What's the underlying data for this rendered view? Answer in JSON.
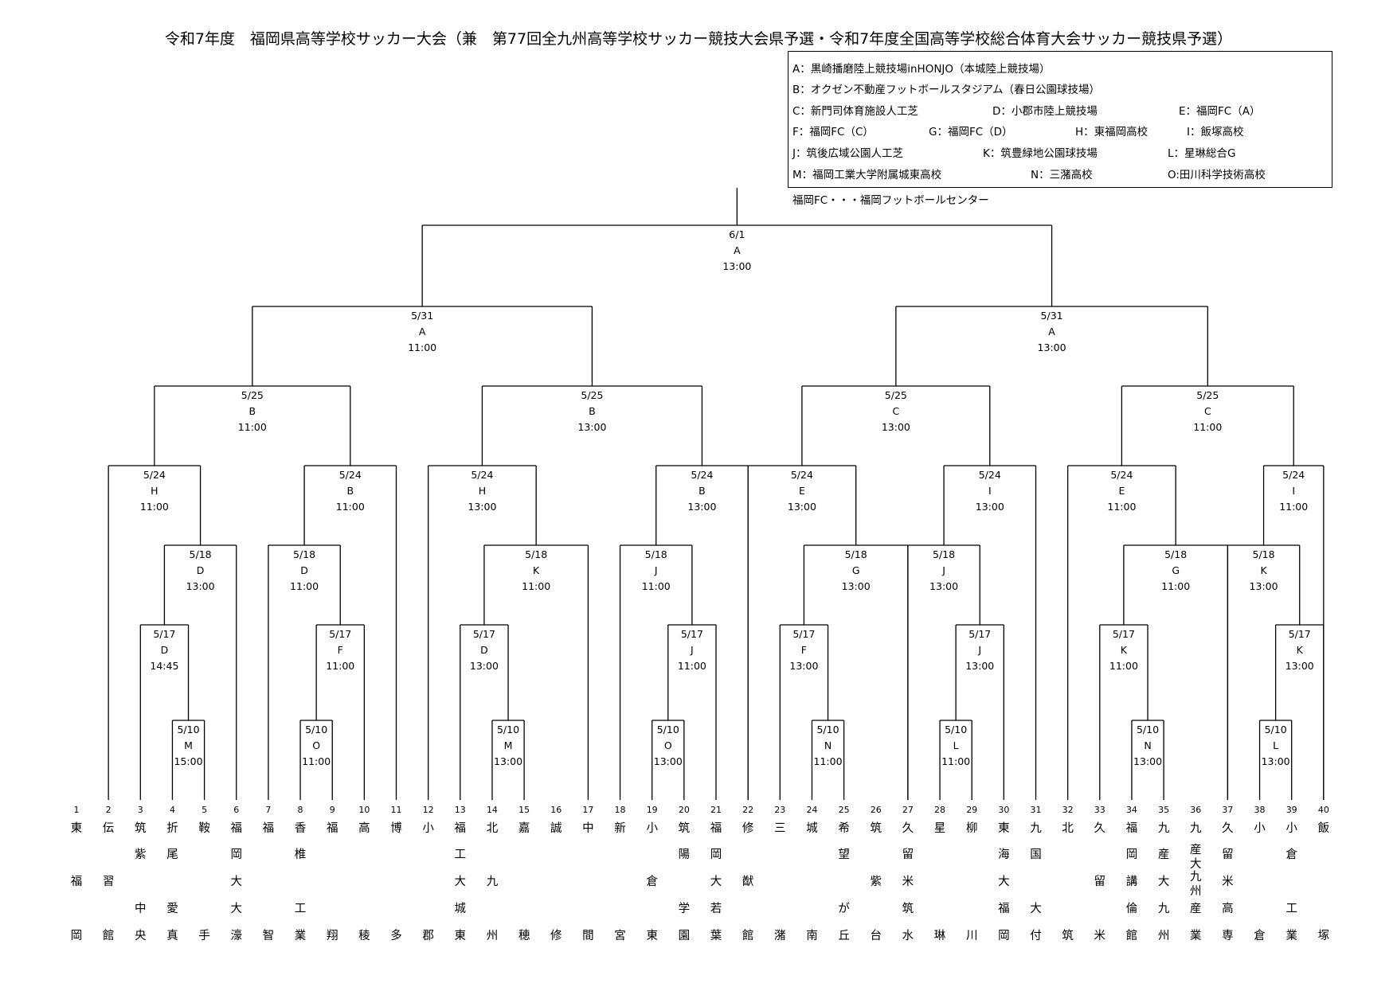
{
  "title": "令和7年度　福岡県高等学校サッカー大会（兼　第77回全九州高等学校サッカー競技大会県予選・令和7年度全国高等学校総合体育大会サッカー競技県予選）",
  "legend": {
    "lines": [
      [
        "A：黒崎播磨陸上競技場inHONJO（本城陸上競技場）"
      ],
      [
        "B：オクゼン不動産フットボールスタジアム（春日公園球技場）"
      ],
      [
        "C：新門司体育施設人工芝",
        "D：小郡市陸上競技場",
        "E：福岡FC（A）"
      ],
      [
        "F：福岡FC（C）",
        "G：福岡FC（D）",
        "H：東福岡高校",
        "I：飯塚高校"
      ],
      [
        "J：筑後広域公園人工芝",
        "K：筑豊緑地公園球技場",
        "L：星琳総合G"
      ],
      [
        "M：福岡工業大学附属城東高校",
        "N：三潴高校",
        "O:田川科学技術高校"
      ]
    ],
    "note": "福岡FC・・・福岡フットボールセンター"
  },
  "matches": [
    {
      "id": "f",
      "date": "6/1",
      "venue": "A",
      "time": "13:00"
    },
    {
      "id": "s1",
      "date": "5/31",
      "venue": "A",
      "time": "11:00"
    },
    {
      "id": "s2",
      "date": "5/31",
      "venue": "A",
      "time": "13:00"
    },
    {
      "id": "q1",
      "date": "5/25",
      "venue": "B",
      "time": "11:00"
    },
    {
      "id": "q2",
      "date": "5/25",
      "venue": "B",
      "time": "13:00"
    },
    {
      "id": "q3",
      "date": "5/25",
      "venue": "C",
      "time": "13:00"
    },
    {
      "id": "q4",
      "date": "5/25",
      "venue": "C",
      "time": "11:00"
    },
    {
      "id": "r1",
      "date": "5/24",
      "venue": "H",
      "time": "11:00"
    },
    {
      "id": "r2",
      "date": "5/24",
      "venue": "B",
      "time": "11:00"
    },
    {
      "id": "r3",
      "date": "5/24",
      "venue": "H",
      "time": "13:00"
    },
    {
      "id": "r4",
      "date": "5/24",
      "venue": "B",
      "time": "13:00"
    },
    {
      "id": "r5",
      "date": "5/24",
      "venue": "E",
      "time": "13:00"
    },
    {
      "id": "r6",
      "date": "5/24",
      "venue": "I",
      "time": "13:00"
    },
    {
      "id": "r7",
      "date": "5/24",
      "venue": "E",
      "time": "11:00"
    },
    {
      "id": "r8",
      "date": "5/24",
      "venue": "I",
      "time": "11:00"
    },
    {
      "id": "t1",
      "date": "5/18",
      "venue": "D",
      "time": "13:00"
    },
    {
      "id": "t2",
      "date": "5/18",
      "venue": "D",
      "time": "11:00"
    },
    {
      "id": "t3",
      "date": "5/18",
      "venue": "K",
      "time": "11:00"
    },
    {
      "id": "t4",
      "date": "5/18",
      "venue": "J",
      "time": "11:00"
    },
    {
      "id": "t5",
      "date": "5/18",
      "venue": "G",
      "time": "13:00"
    },
    {
      "id": "t6",
      "date": "5/18",
      "venue": "J",
      "time": "13:00"
    },
    {
      "id": "t7",
      "date": "5/18",
      "venue": "G",
      "time": "11:00"
    },
    {
      "id": "t8",
      "date": "5/18",
      "venue": "K",
      "time": "13:00"
    },
    {
      "id": "u1",
      "date": "5/17",
      "venue": "D",
      "time": "14:45"
    },
    {
      "id": "u2",
      "date": "5/17",
      "venue": "F",
      "time": "11:00"
    },
    {
      "id": "u3",
      "date": "5/17",
      "venue": "D",
      "time": "13:00"
    },
    {
      "id": "u4",
      "date": "5/17",
      "venue": "J",
      "time": "11:00"
    },
    {
      "id": "u5",
      "date": "5/17",
      "venue": "F",
      "time": "13:00"
    },
    {
      "id": "u6",
      "date": "5/17",
      "venue": "J",
      "time": "13:00"
    },
    {
      "id": "u7",
      "date": "5/17",
      "venue": "K",
      "time": "11:00"
    },
    {
      "id": "u8",
      "date": "5/17",
      "venue": "K",
      "time": "13:00"
    },
    {
      "id": "v1",
      "date": "5/10",
      "venue": "M",
      "time": "15:00"
    },
    {
      "id": "v2",
      "date": "5/10",
      "venue": "O",
      "time": "11:00"
    },
    {
      "id": "v3",
      "date": "5/10",
      "venue": "M",
      "time": "13:00"
    },
    {
      "id": "v4",
      "date": "5/10",
      "venue": "O",
      "time": "13:00"
    },
    {
      "id": "v5",
      "date": "5/10",
      "venue": "N",
      "time": "11:00"
    },
    {
      "id": "v6",
      "date": "5/10",
      "venue": "L",
      "time": "11:00"
    },
    {
      "id": "v7",
      "date": "5/10",
      "venue": "N",
      "time": "13:00"
    },
    {
      "id": "v8",
      "date": "5/10",
      "venue": "L",
      "time": "13:00"
    }
  ],
  "teams": [
    {
      "no": "1",
      "rows": [
        "東",
        "",
        "福",
        "",
        "岡"
      ]
    },
    {
      "no": "2",
      "rows": [
        "伝",
        "",
        "習",
        "",
        "館"
      ]
    },
    {
      "no": "3",
      "rows": [
        "筑",
        "紫",
        "",
        "中",
        "央"
      ]
    },
    {
      "no": "4",
      "rows": [
        "折",
        "尾",
        "",
        "愛",
        "真"
      ]
    },
    {
      "no": "5",
      "rows": [
        "鞍",
        "",
        "",
        "",
        "手"
      ]
    },
    {
      "no": "6",
      "rows": [
        "福",
        "岡",
        "大",
        "大",
        "濠"
      ]
    },
    {
      "no": "7",
      "rows": [
        "福",
        "",
        "",
        "",
        "智"
      ]
    },
    {
      "no": "8",
      "rows": [
        "香",
        "椎",
        "",
        "工",
        "業"
      ]
    },
    {
      "no": "9",
      "rows": [
        "福",
        "",
        "",
        "",
        "翔"
      ]
    },
    {
      "no": "10",
      "rows": [
        "高",
        "",
        "",
        "",
        "稜"
      ]
    },
    {
      "no": "11",
      "rows": [
        "博",
        "",
        "",
        "",
        "多"
      ]
    },
    {
      "no": "12",
      "rows": [
        "小",
        "",
        "",
        "",
        "郡"
      ]
    },
    {
      "no": "13",
      "rows": [
        "福",
        "工",
        "大",
        "城",
        "東"
      ]
    },
    {
      "no": "14",
      "rows": [
        "北",
        "",
        "九",
        "",
        "州"
      ]
    },
    {
      "no": "15",
      "rows": [
        "嘉",
        "",
        "",
        "",
        "穂"
      ]
    },
    {
      "no": "16",
      "rows": [
        "誠",
        "",
        "",
        "",
        "修"
      ]
    },
    {
      "no": "17",
      "rows": [
        "中",
        "",
        "",
        "",
        "間"
      ]
    },
    {
      "no": "18",
      "rows": [
        "新",
        "",
        "",
        "",
        "宮"
      ]
    },
    {
      "no": "19",
      "rows": [
        "小",
        "",
        "倉",
        "",
        "東"
      ]
    },
    {
      "no": "20",
      "rows": [
        "筑",
        "陽",
        "",
        "学",
        "園"
      ]
    },
    {
      "no": "21",
      "rows": [
        "福",
        "岡",
        "大",
        "若",
        "葉"
      ]
    },
    {
      "no": "22",
      "rows": [
        "修",
        "",
        "猷",
        "",
        "館"
      ]
    },
    {
      "no": "23",
      "rows": [
        "三",
        "",
        "",
        "",
        "潴"
      ]
    },
    {
      "no": "24",
      "rows": [
        "城",
        "",
        "",
        "",
        "南"
      ]
    },
    {
      "no": "25",
      "rows": [
        "希",
        "望",
        "",
        "が",
        "丘"
      ]
    },
    {
      "no": "26",
      "rows": [
        "筑",
        "",
        "紫",
        "",
        "台"
      ]
    },
    {
      "no": "27",
      "rows": [
        "久",
        "留",
        "米",
        "筑",
        "水"
      ]
    },
    {
      "no": "28",
      "rows": [
        "星",
        "",
        "",
        "",
        "琳"
      ]
    },
    {
      "no": "29",
      "rows": [
        "柳",
        "",
        "",
        "",
        "川"
      ]
    },
    {
      "no": "30",
      "rows": [
        "東",
        "海",
        "大",
        "福",
        "岡"
      ]
    },
    {
      "no": "31",
      "rows": [
        "九",
        "国",
        "",
        "大",
        "付"
      ]
    },
    {
      "no": "32",
      "rows": [
        "北",
        "",
        "",
        "",
        "筑"
      ]
    },
    {
      "no": "33",
      "rows": [
        "久",
        "",
        "留",
        "",
        "米"
      ]
    },
    {
      "no": "34",
      "rows": [
        "福",
        "岡",
        "講",
        "倫",
        "館"
      ]
    },
    {
      "no": "35",
      "rows": [
        "九",
        "産",
        "大",
        "九",
        "州"
      ]
    },
    {
      "no": "36",
      "rows": [
        "九",
        "産大",
        "九州",
        "産",
        "業"
      ]
    },
    {
      "no": "37",
      "rows": [
        "久",
        "留",
        "米",
        "高",
        "専"
      ]
    },
    {
      "no": "38",
      "rows": [
        "小",
        "",
        "",
        "",
        "倉"
      ]
    },
    {
      "no": "39",
      "rows": [
        "小",
        "倉",
        "",
        "工",
        "業"
      ]
    },
    {
      "no": "40",
      "rows": [
        "飯",
        "",
        "",
        "",
        "塚"
      ]
    }
  ]
}
